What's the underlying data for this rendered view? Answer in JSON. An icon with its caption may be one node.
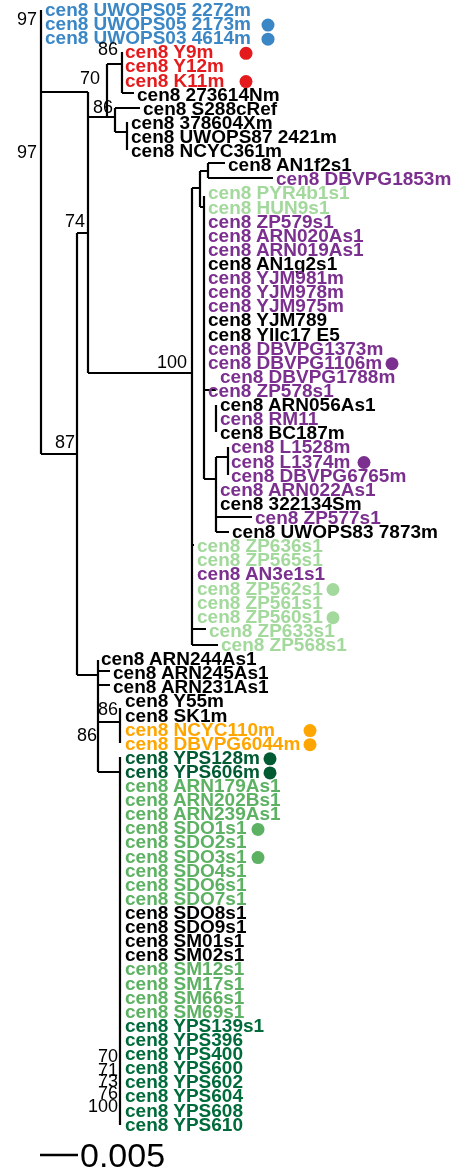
{
  "diagram": {
    "labels": [
      "cen8 UWOPS05 2272m",
      "97",
      "cen8 UWOPS05 2173m",
      "cen8 UWOPS03 4614m",
      "86",
      "cen8 Y9m",
      "cen8 Y12m",
      "70",
      "cen8 K11m",
      "cen8 273614Nm",
      "86",
      "cen8 S288cRef",
      "cen8 378604Xm",
      "cen8 UWOPS87 2421m",
      "cen8 NCYC361m",
      "97",
      "cen8 AN1f2s1",
      "cen8 DBVPG1853m",
      "cen8 PYR4b1s1",
      "cen8 HUN9s1",
      "74",
      "cen8 ZP579s1",
      "cen8 ARN020As1",
      "cen8 ARN019As1",
      "cen8 AN1g2s1",
      "cen8 YJM981m",
      "cen8 YJM978m",
      "cen8 YJM975m",
      "cen8 YJM789",
      "cen8 YIIc17 E5",
      "cen8 DBVPG1373m",
      "100",
      "cen8 DBVPG1106m",
      "cen8 DBVPG1788m",
      "cen8 ZP578s1",
      "cen8 ARN056As1",
      "cen8 RM11",
      "cen8 BC187m",
      "87",
      "cen8 L1528m",
      "cen8 L1374m",
      "cen8 DBVPG6765m",
      "cen8 ARN022As1",
      "cen8 322134Sm",
      "cen8 ZP577s1",
      "cen8 UWOPS83 7873m",
      "cen8 ZP636s1",
      "cen8 ZP565s1",
      "cen8 AN3e1s1",
      "cen8 ZP562s1",
      "cen8 ZP561s1",
      "cen8 ZP560s1",
      "cen8 ZP633s1",
      "cen8 ZP568s1",
      "cen8 ARN244As1",
      "cen8 ARN245As1",
      "cen8 ARN231As1",
      "cen8 Y55m",
      "86",
      "cen8 SK1m",
      "cen8 NCYC110m",
      "86",
      "cen8 DBVPG6044m",
      "cen8 YPS128m",
      "cen8 YPS606m",
      "cen8 ARN179As1",
      "cen8 ARN202Bs1",
      "cen8 ARN239As1",
      "cen8 SDO1s1",
      "cen8 SDO2s1",
      "cen8 SDO3s1",
      "cen8 SDO4s1",
      "cen8 SDO6s1",
      "cen8 SDO7s1",
      "cen8 SDO8s1",
      "cen8 SDO9s1",
      "cen8 SM01s1",
      "cen8 SM02s1",
      "cen8 SM12s1",
      "cen8 SM17s1",
      "cen8 SM66s1",
      "cen8 SM69s1",
      "cen8 YPS139s1",
      "cen8 YPS396",
      "cen8 YPS400",
      "70",
      "cen8 YPS600",
      "71",
      "cen8 YPS602",
      "73",
      "cen8 YPS604",
      "76",
      "cen8 YPS608",
      "100",
      "cen8 YPS610",
      "0.005"
    ]
  }
}
